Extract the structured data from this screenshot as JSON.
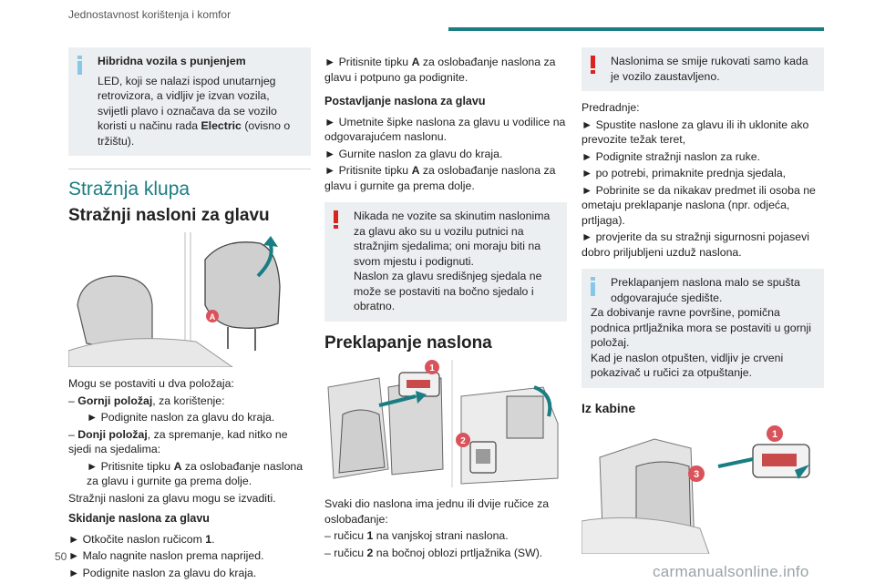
{
  "header": {
    "title": "Jednostavnost korištenja i komfor"
  },
  "page_number": "50",
  "watermark": "carmanualsonline.info",
  "col1": {
    "note_hybrid": {
      "title": "Hibridna vozila s punjenjem",
      "line1": "LED, koji se nalazi ispod unutarnjeg retrovizora, a vidljiv je izvan vozila, svijetli plavo i označava da se vozilo koristi u načinu rada ",
      "line1_bold": "Electric",
      "line1_end": " (ovisno o tržištu)."
    },
    "section_title": "Stražnja klupa",
    "subsection_title": "Stražnji nasloni za glavu",
    "figure_label_a": "A",
    "positions_intro": "Mogu se postaviti u dva položaja:",
    "upper_prefix": "– ",
    "upper_bold": "Gornji položaj",
    "upper_rest": ", za korištenje:",
    "upper_step": "► Podignite naslon za glavu do kraja.",
    "lower_prefix": "– ",
    "lower_bold": "Donji položaj",
    "lower_rest": ", za spremanje, kad nitko ne sjedi na sjedalima:",
    "lower_step_a": "► Pritisnite tipku ",
    "lower_step_bold": "A",
    "lower_step_b": " za oslobađanje naslona za glavu i gurnite ga prema dolje.",
    "removable": "Stražnji nasloni za glavu mogu se izvaditi.",
    "removal_title": "Skidanje naslona za glavu",
    "removal_step1_a": "► Otkočite naslon ručicom ",
    "removal_step1_bold": "1",
    "removal_step1_b": ".",
    "removal_step2": "► Malo nagnite naslon prema naprijed.",
    "removal_step3": "► Podignite naslon za glavu do kraja."
  },
  "col2": {
    "step_a": "► Pritisnite tipku ",
    "step_bold": "A",
    "step_b": " za oslobađanje naslona za glavu i potpuno ga podignite.",
    "fit_title": "Postavljanje naslona za glavu",
    "fit_step1": "► Umetnite šipke naslona za glavu u vodilice na odgovarajućem naslonu.",
    "fit_step2": "► Gurnite naslon za glavu do kraja.",
    "fit_step3_a": "► Pritisnite tipku ",
    "fit_step3_bold": "A",
    "fit_step3_b": " za oslobađanje naslona za glavu i gurnite ga prema dolje.",
    "warning": {
      "line1": "Nikada ne vozite sa skinutim naslonima za glavu ako su u vozilu putnici na stražnjim sjedalima; oni moraju biti na svom mjestu i podignuti.",
      "line2": "Naslon za glavu središnjeg sjedala ne može se postaviti na bočno sjedalo i obratno."
    },
    "section_title": "Preklapanje naslona",
    "fig_label_1": "1",
    "fig_label_2": "2",
    "handles_intro": "Svaki dio naslona ima jednu ili dvije ručice za oslobađanje:",
    "handle1_a": "– ručicu ",
    "handle1_bold": "1",
    "handle1_b": " na vanjskoj strani naslona.",
    "handle2_a": "– ručicu ",
    "handle2_bold": "2",
    "handle2_b": " na bočnoj oblozi prtljažnika (SW)."
  },
  "col3": {
    "warning": {
      "text": "Naslonima se smije rukovati samo kada je vozilo zaustavljeno."
    },
    "prereq_title": "Predradnje:",
    "prereq_1": "► Spustite naslone za glavu ili ih uklonite ako prevozite težak teret,",
    "prereq_2": "► Podignite stražnji naslon za ruke.",
    "prereq_3": "► po potrebi, primaknite prednja sjedala,",
    "prereq_4": "► Pobrinite se da nikakav predmet ili osoba ne ometaju preklapanje naslona (npr. odjeća, prtljaga).",
    "prereq_5": "► provjerite da su stražnji sigurnosni pojasevi dobro priljubljeni uzduž naslona.",
    "info": {
      "line1": "Preklapanjem naslona malo se spušta odgovarajuće sjedište.",
      "line2": "Za dobivanje ravne površine, pomična podnica prtljažnika mora se postaviti u gornji položaj.",
      "line3": "Kad je naslon otpušten, vidljiv je crveni pokazivač u ručici za otpuštanje."
    },
    "section_title": "Iz kabine",
    "fig_label_1": "1",
    "fig_label_3": "3"
  },
  "colors": {
    "accent": "#1a7d83",
    "label_red": "#d9535a",
    "info_blue": "#8ac6e8",
    "warn_red": "#d9231f"
  }
}
